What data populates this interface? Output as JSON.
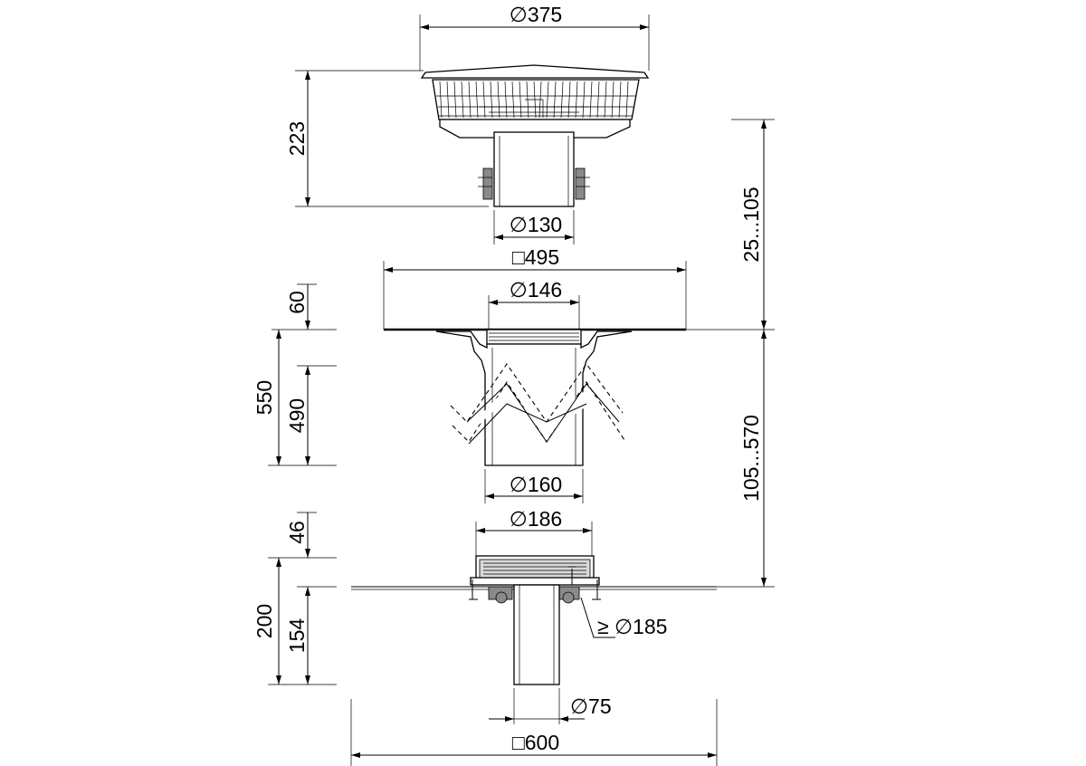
{
  "dimensions": {
    "top_diameter": "∅375",
    "top_height": "223",
    "spigot_diameter": "∅130",
    "flange_square": "□495",
    "adjust_range_upper": "25...105",
    "ring_diameter": "∅146",
    "collar_height": "60",
    "overall_height_mid": "550",
    "body_height_mid": "490",
    "adjust_range_lower": "105...570",
    "mid_outlet_diameter": "∅160",
    "lower_ring_diameter": "∅186",
    "clamp_height": "46",
    "overall_height_lower": "200",
    "outlet_height_lower": "154",
    "min_core_diameter": "≥ ∅185",
    "outlet_diameter": "∅75",
    "base_square": "□600"
  }
}
